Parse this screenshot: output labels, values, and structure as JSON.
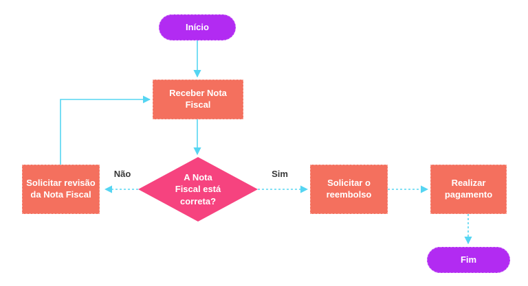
{
  "diagram": {
    "type": "flowchart",
    "nodes": {
      "inicio": {
        "label": "Início",
        "shape": "pill"
      },
      "receber": {
        "label": "Receber Nota Fiscal",
        "shape": "rect"
      },
      "decisao": {
        "label": "A Nota Fiscal está correta?",
        "shape": "diamond"
      },
      "revisao": {
        "label": "Solicitar revisão da Nota Fiscal",
        "shape": "rect"
      },
      "reembolso": {
        "label": "Solicitar o reembolso",
        "shape": "rect"
      },
      "pagamento": {
        "label": "Realizar pagamento",
        "shape": "rect"
      },
      "fim": {
        "label": "Fim",
        "shape": "pill"
      }
    },
    "edge_labels": {
      "no": "Não",
      "yes": "Sim"
    },
    "colors": {
      "start_end": "#B22BF2",
      "process": "#F4705E",
      "decision": "#F6437F",
      "connector": "#55D5F2",
      "edge_label_text": "#383838",
      "node_text": "#FFFFFF",
      "background": "#FFFFFF"
    }
  }
}
